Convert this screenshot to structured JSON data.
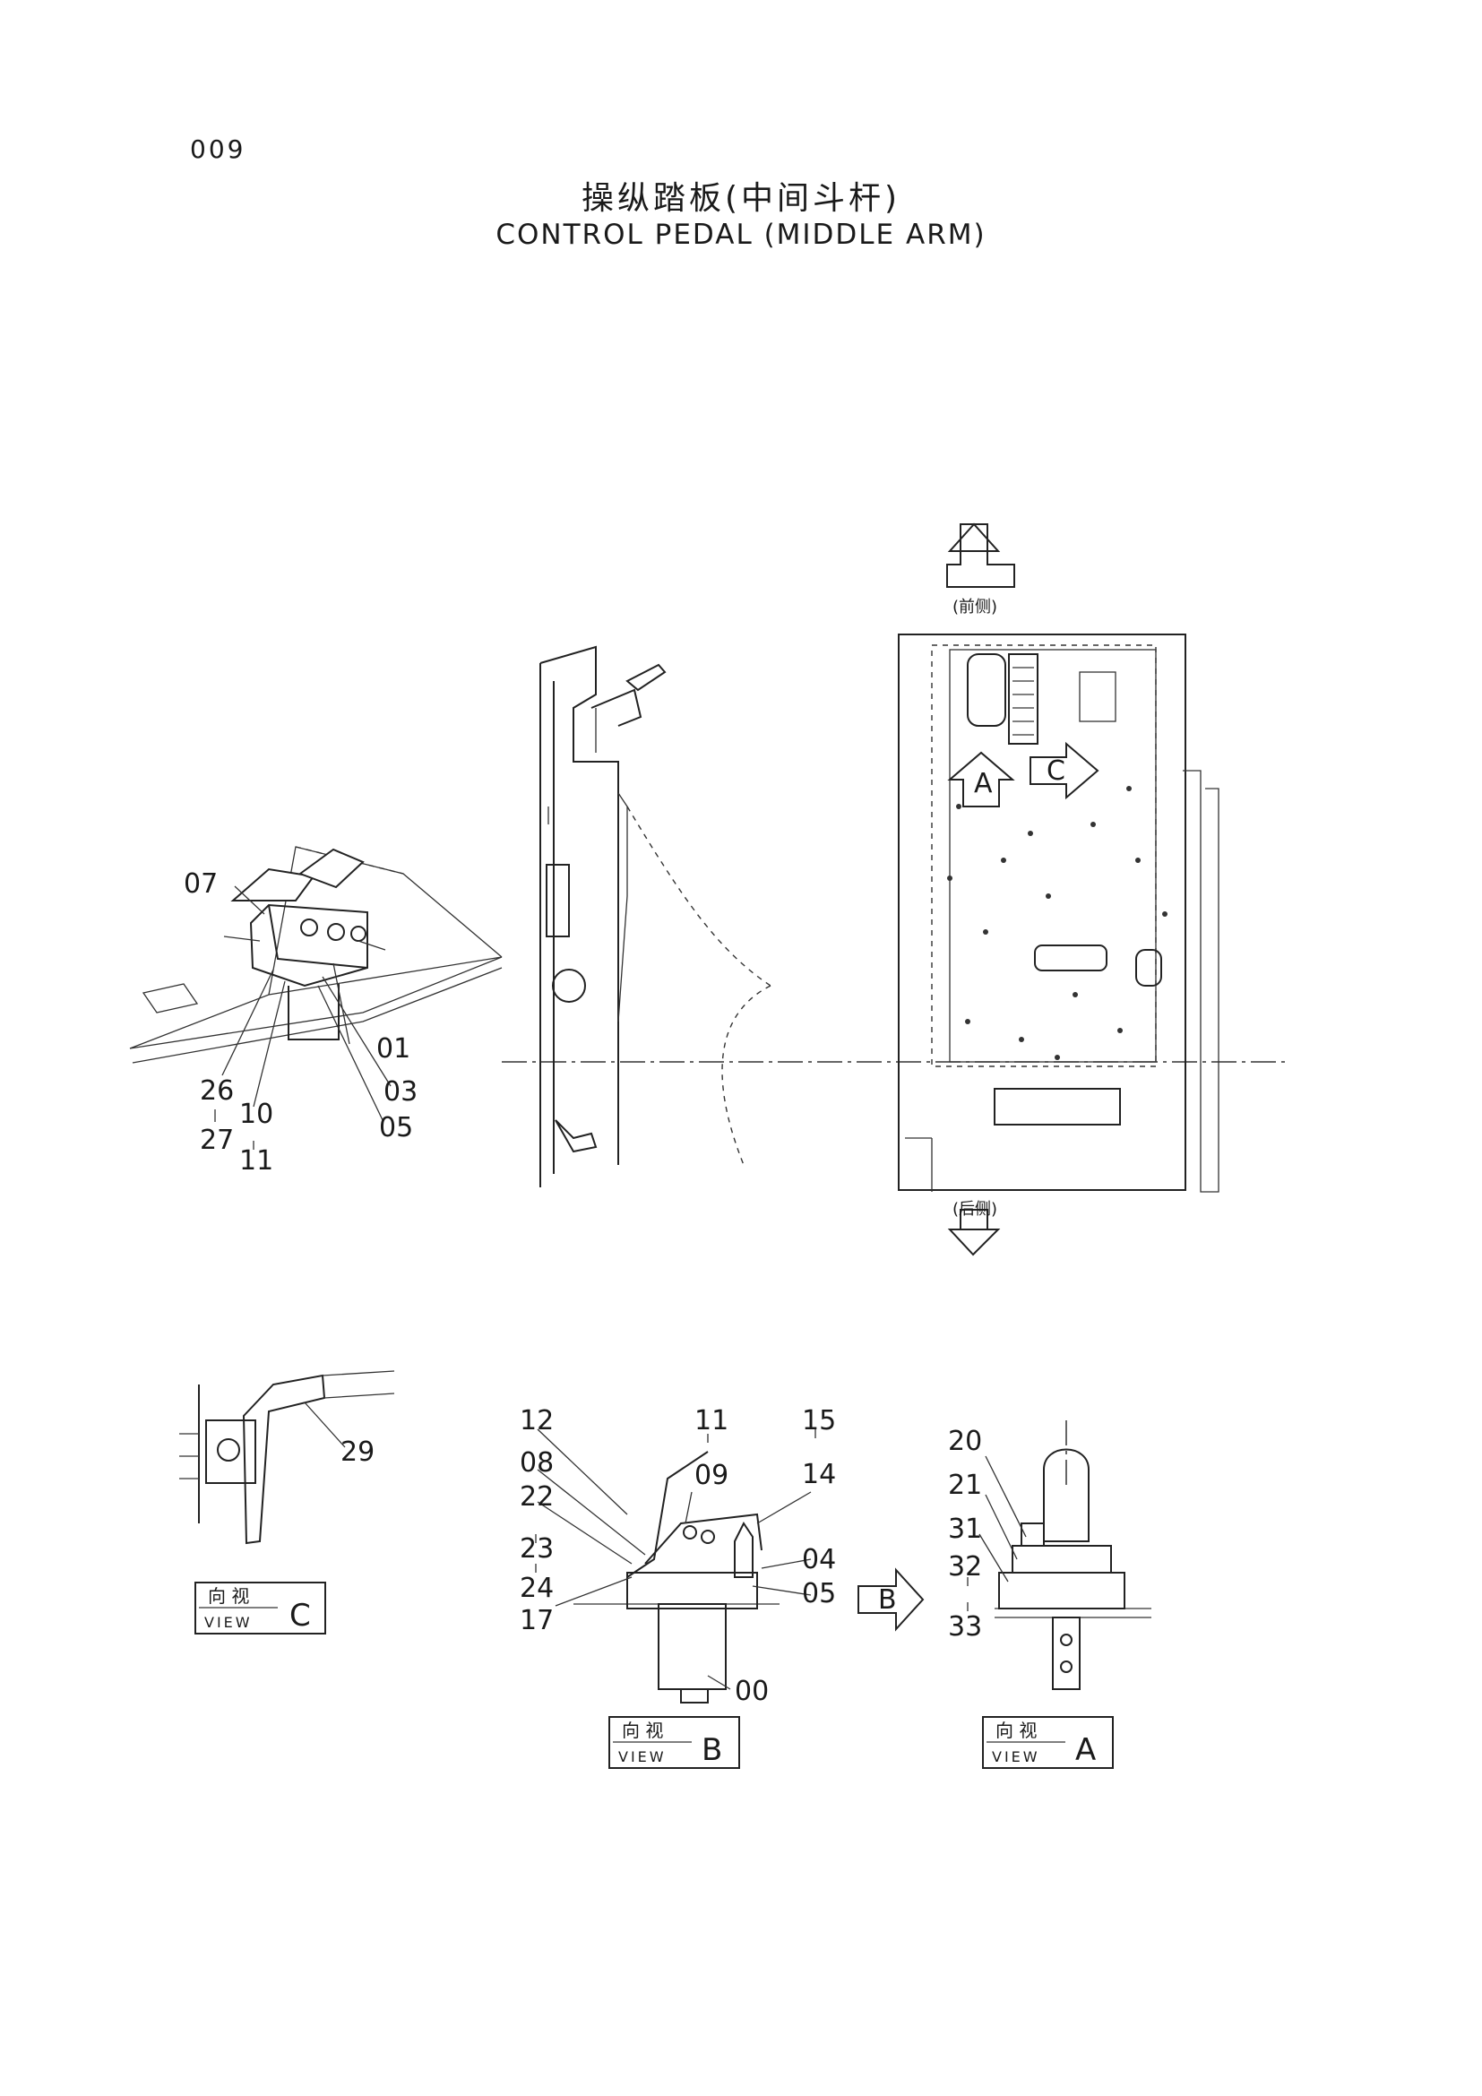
{
  "page_number": "009",
  "title_cn": "操纵踏板(中间斗杆)",
  "title_en": "CONTROL PEDAL (MIDDLE ARM)",
  "direction_labels": {
    "front": "(前侧)",
    "rear": "(后侧)"
  },
  "view_markers": {
    "a": "A",
    "b": "B",
    "c": "C"
  },
  "callouts_main": [
    "07",
    "01",
    "03",
    "05",
    "26",
    "27",
    "10",
    "11"
  ],
  "callouts_view_c": [
    "29"
  ],
  "callouts_view_b": [
    "12",
    "08",
    "22",
    "23",
    "24",
    "17",
    "11",
    "09",
    "15",
    "14",
    "04",
    "05",
    "00"
  ],
  "callouts_view_a": [
    "20",
    "21",
    "31",
    "32",
    "33"
  ],
  "view_boxes": {
    "c": {
      "cn": "向 视",
      "en": "VIEW",
      "letter": "C"
    },
    "b": {
      "cn": "向 视",
      "en": "VIEW",
      "letter": "B"
    },
    "a": {
      "cn": "向 视",
      "en": "VIEW",
      "letter": "A"
    }
  }
}
